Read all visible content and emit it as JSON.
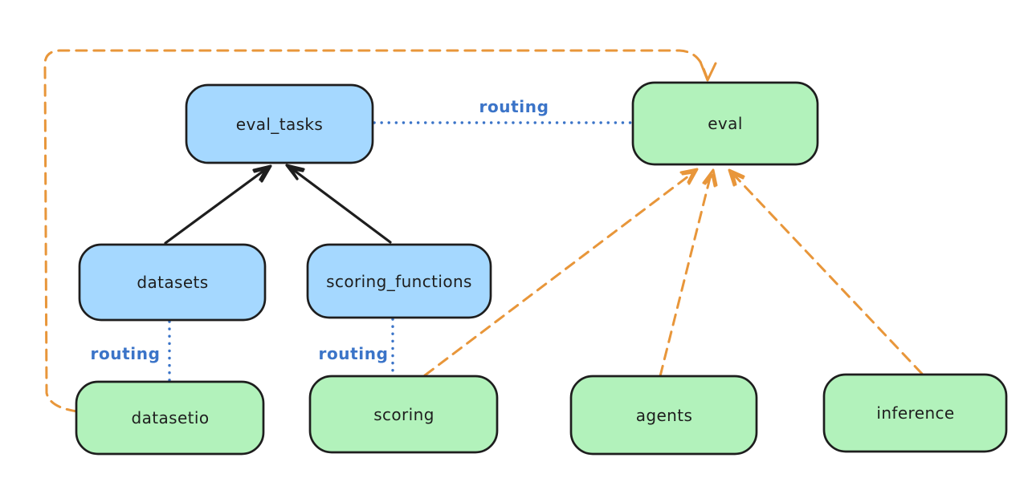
{
  "diagram": {
    "nodes": [
      {
        "id": "eval_tasks",
        "label": "eval_tasks",
        "fill": "#a5d8ff"
      },
      {
        "id": "eval",
        "label": "eval",
        "fill": "#b2f2bb"
      },
      {
        "id": "datasets",
        "label": "datasets",
        "fill": "#a5d8ff"
      },
      {
        "id": "scoring_functions",
        "label": "scoring_functions",
        "fill": "#a5d8ff"
      },
      {
        "id": "datasetio",
        "label": "datasetio",
        "fill": "#b2f2bb"
      },
      {
        "id": "scoring",
        "label": "scoring",
        "fill": "#b2f2bb"
      },
      {
        "id": "agents",
        "label": "agents",
        "fill": "#b2f2bb"
      },
      {
        "id": "inference",
        "label": "inference",
        "fill": "#b2f2bb"
      }
    ],
    "edge_labels": {
      "eval_tasks_to_eval": "routing",
      "datasets_to_datasetio": "routing",
      "scoring_functions_to_scoring": "routing"
    },
    "colors": {
      "blue_node_fill": "#a5d8ff",
      "green_node_fill": "#b2f2bb",
      "node_stroke": "#1e1e1e",
      "text_dark": "#1e1e1e",
      "routing_blue": "#3b74c8",
      "dependency_orange": "#e8963a",
      "arrow_black": "#1e1e1e"
    }
  }
}
